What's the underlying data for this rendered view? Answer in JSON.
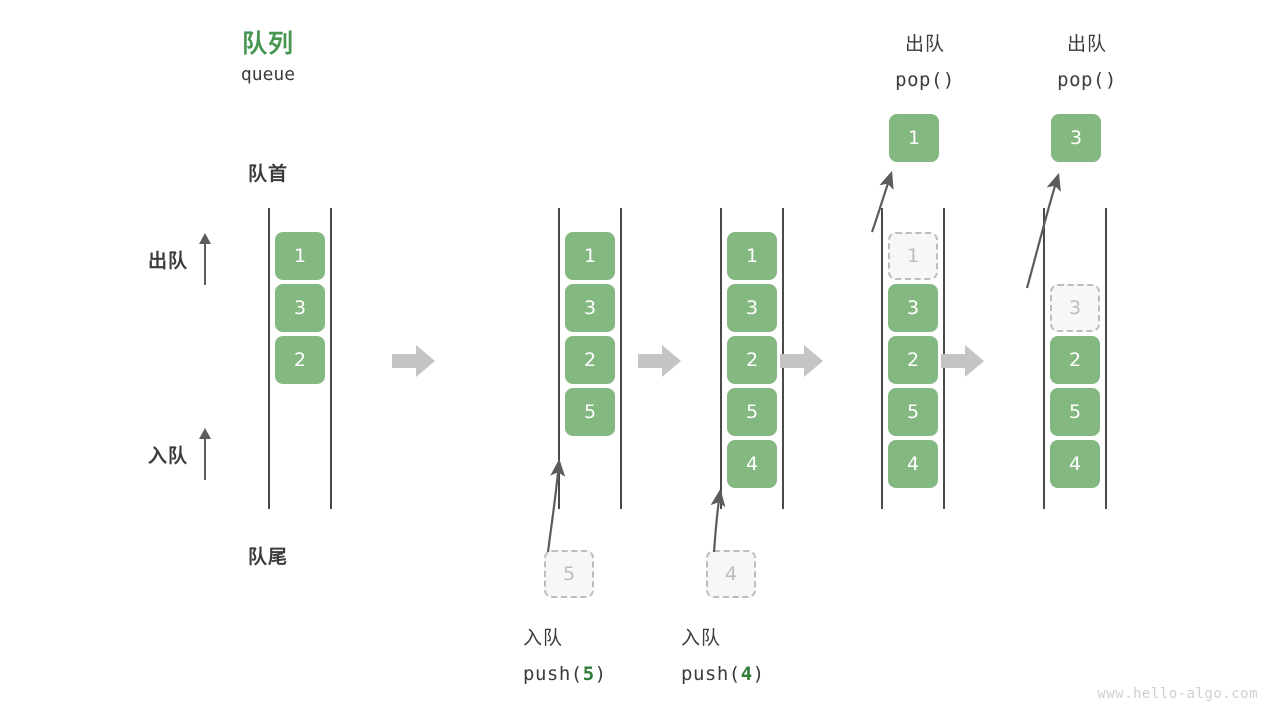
{
  "diagram": {
    "title_cn": "队列",
    "title_en": "queue",
    "head_label": "队首",
    "tail_label": "队尾",
    "watermark": "www.hello-algo.com",
    "side_ops": {
      "dequeue": "出队",
      "enqueue": "入队"
    },
    "colors": {
      "element_fill": "#84b881",
      "element_text": "#ffffff",
      "ghost_fill": "#f7f7f7",
      "ghost_border": "#bdbdbd",
      "title_green": "#499552",
      "accent_green": "#2f7d37",
      "rail": "#4a4a4a",
      "arrow_gray": "#c4c4c4",
      "text": "#3c3c3c",
      "watermark": "#cfcfcf"
    },
    "steps": [
      {
        "id": "initial",
        "slots": [
          {
            "value": "1",
            "state": "filled"
          },
          {
            "value": "3",
            "state": "filled"
          },
          {
            "value": "2",
            "state": "filled"
          },
          {
            "value": "",
            "state": "empty"
          },
          {
            "value": "",
            "state": "empty"
          }
        ],
        "caption_cn": "",
        "caption_code": "",
        "caption_arg": "",
        "float_value": "",
        "float_state": "none"
      },
      {
        "id": "push-5",
        "slots": [
          {
            "value": "1",
            "state": "filled"
          },
          {
            "value": "3",
            "state": "filled"
          },
          {
            "value": "2",
            "state": "filled"
          },
          {
            "value": "5",
            "state": "filled"
          },
          {
            "value": "",
            "state": "empty"
          }
        ],
        "caption_cn": "入队",
        "caption_code_prefix": "push(",
        "caption_arg": "5",
        "caption_code_suffix": ")",
        "float_value": "5",
        "float_state": "ghost"
      },
      {
        "id": "push-4",
        "slots": [
          {
            "value": "1",
            "state": "filled"
          },
          {
            "value": "3",
            "state": "filled"
          },
          {
            "value": "2",
            "state": "filled"
          },
          {
            "value": "5",
            "state": "filled"
          },
          {
            "value": "4",
            "state": "filled"
          }
        ],
        "caption_cn": "入队",
        "caption_code_prefix": "push(",
        "caption_arg": "4",
        "caption_code_suffix": ")",
        "float_value": "4",
        "float_state": "ghost"
      },
      {
        "id": "pop-1",
        "slots": [
          {
            "value": "1",
            "state": "ghost"
          },
          {
            "value": "3",
            "state": "filled"
          },
          {
            "value": "2",
            "state": "filled"
          },
          {
            "value": "5",
            "state": "filled"
          },
          {
            "value": "4",
            "state": "filled"
          }
        ],
        "header_cn": "出队",
        "header_code": "pop()",
        "float_value": "1",
        "float_state": "filled"
      },
      {
        "id": "pop-3",
        "slots": [
          {
            "value": "",
            "state": "empty"
          },
          {
            "value": "3",
            "state": "ghost"
          },
          {
            "value": "2",
            "state": "filled"
          },
          {
            "value": "5",
            "state": "filled"
          },
          {
            "value": "4",
            "state": "filled"
          }
        ],
        "header_cn": "出队",
        "header_code": "pop()",
        "float_value": "3",
        "float_state": "filled"
      }
    ],
    "step_arrow_icon": "right-arrow-icon"
  }
}
